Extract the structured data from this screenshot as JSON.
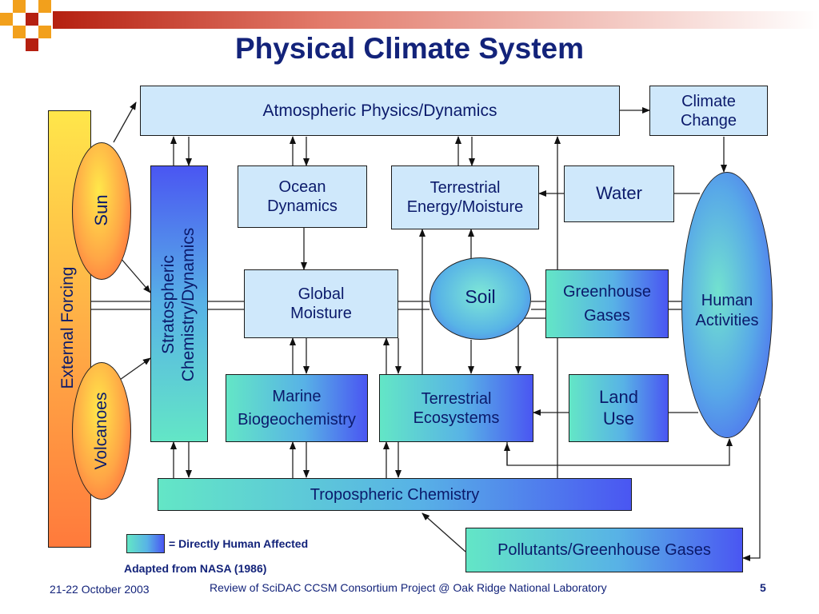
{
  "slide": {
    "title": "Physical Climate System",
    "footer_date": "21-22 October 2003",
    "footer_center": "Review of SciDAC CCSM Consortium Project @ Oak Ridge National Laboratory",
    "page_number": "5",
    "legend_label": "= Directly Human Affected",
    "credit": "Adapted from NASA (1986)"
  },
  "nodes": {
    "atmospheric": "Atmospheric Physics/Dynamics",
    "climate_change": "Climate\nChange",
    "ocean_dynamics": "Ocean\nDynamics",
    "terrestrial_energy": "Terrestrial\nEnergy/Moisture",
    "water": "Water",
    "global_moisture": "Global\nMoisture",
    "soil": "Soil",
    "greenhouse": "Greenhouse\nGases",
    "human": "Human\nActivities",
    "marine": "Marine\nBiogeochemistry",
    "terrestrial_eco": "Terrestrial\nEcosystems",
    "land_use": "Land\nUse",
    "tropospheric": "Tropospheric Chemistry",
    "pollutants": "Pollutants/Greenhouse Gases",
    "stratospheric": "Stratospheric\nChemistry/Dynamics",
    "external": "External Forcing",
    "sun": "Sun",
    "volcanoes": "Volcanoes"
  },
  "colors": {
    "human_affected_gradient_start": "#63e6c6",
    "human_affected_gradient_end": "#4a56f2",
    "light_box": "#cfe8fb",
    "external_gradient_top": "#ffe64a",
    "external_gradient_bottom": "#ff7a3c",
    "text": "#0b1a6b"
  }
}
